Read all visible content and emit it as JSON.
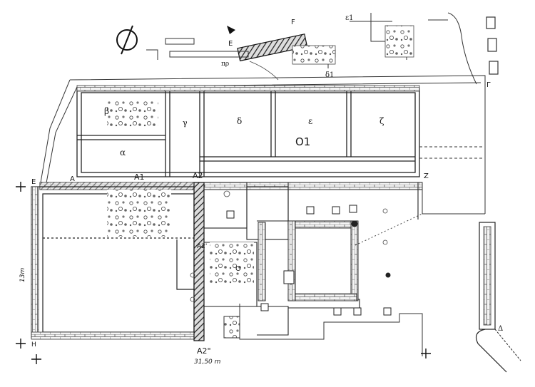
{
  "plan": {
    "north_symbol": "north-arrow-icon",
    "room_labels": {
      "beta": "β",
      "gamma": "γ",
      "delta": "δ",
      "epsilon": "ε",
      "zeta": "ζ",
      "alpha": "α",
      "o1": "O1"
    },
    "point_labels": {
      "e_top": "E",
      "f_top": "F",
      "epsilon1": "ε1",
      "delta1": "δ1",
      "gamma_cap": "Γ",
      "e_left": "E",
      "a_left": "A",
      "a1": "A1",
      "a2": "A2",
      "a2_prime": "A2'",
      "a2_double": "A2\"",
      "z": "Z",
      "h": "H",
      "delta_right": "Δ",
      "pi_rho": "πρ",
      "omicron": "O"
    },
    "dimensions": {
      "vertical": "13m",
      "horizontal": "31,50 m"
    }
  }
}
